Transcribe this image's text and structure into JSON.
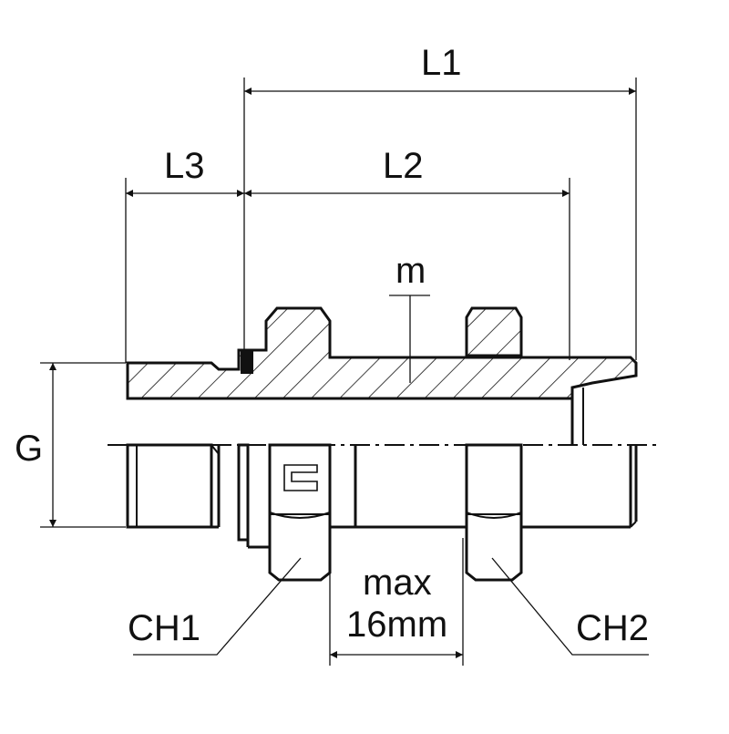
{
  "dimensions": {
    "L1": "L1",
    "L2": "L2",
    "L3": "L3",
    "G": "G",
    "m": "m",
    "CH1": "CH1",
    "CH2": "CH2",
    "panel_line1": "max",
    "panel_line2": "16mm"
  },
  "colors": {
    "ink": "#111111",
    "paper": "#ffffff"
  }
}
